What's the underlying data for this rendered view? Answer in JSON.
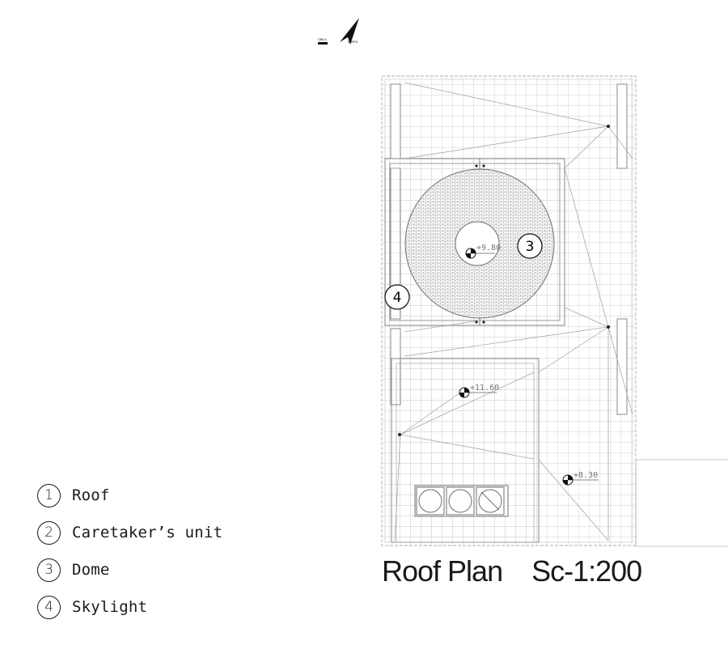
{
  "compass": {
    "grid_label": "GRILA",
    "north_label": "NORTH"
  },
  "legend": [
    {
      "number": "1",
      "label": "Roof"
    },
    {
      "number": "2",
      "label": "Caretaker’s unit"
    },
    {
      "number": "3",
      "label": "Dome"
    },
    {
      "number": "4",
      "label": "Skylight"
    }
  ],
  "plan": {
    "title": "Roof Plan",
    "scale": "Sc-1:200",
    "levels": {
      "dome_center": "+9.80",
      "upper_block": "+11.60",
      "main_roof": "+8.30"
    },
    "callouts": {
      "dome": "3",
      "skylight": "4"
    }
  }
}
